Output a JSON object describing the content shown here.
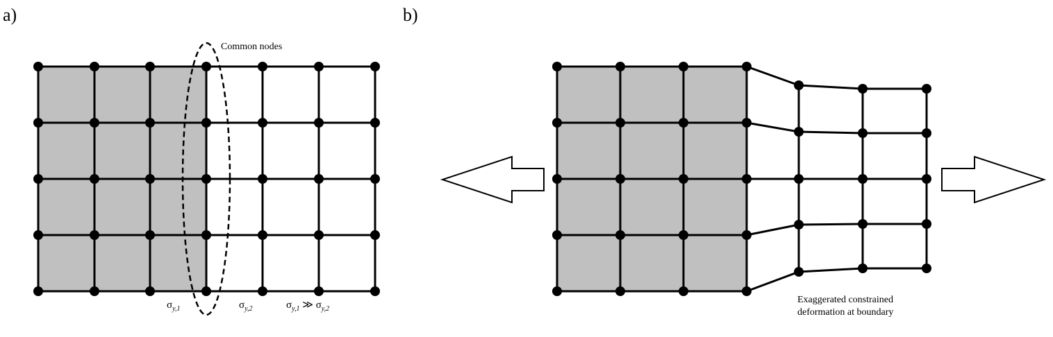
{
  "panel_a": {
    "label": "a)",
    "common_nodes_label": "Common nodes",
    "sigma_1": {
      "base": "σ",
      "sub": "y,1"
    },
    "sigma_2": {
      "base": "σ",
      "sub": "y,2"
    },
    "relation": {
      "lhs_base": "σ",
      "lhs_sub": "y,1",
      "op": " ≫ ",
      "rhs_base": "σ",
      "rhs_sub": "y,2"
    }
  },
  "panel_b": {
    "label": "b)",
    "annotation_line1": "Exaggerated constrained",
    "annotation_line2": "deformation at boundary"
  },
  "colors": {
    "shaded": "#c0c0c0",
    "line": "#000000",
    "arrow_fill": "#ffffff"
  }
}
